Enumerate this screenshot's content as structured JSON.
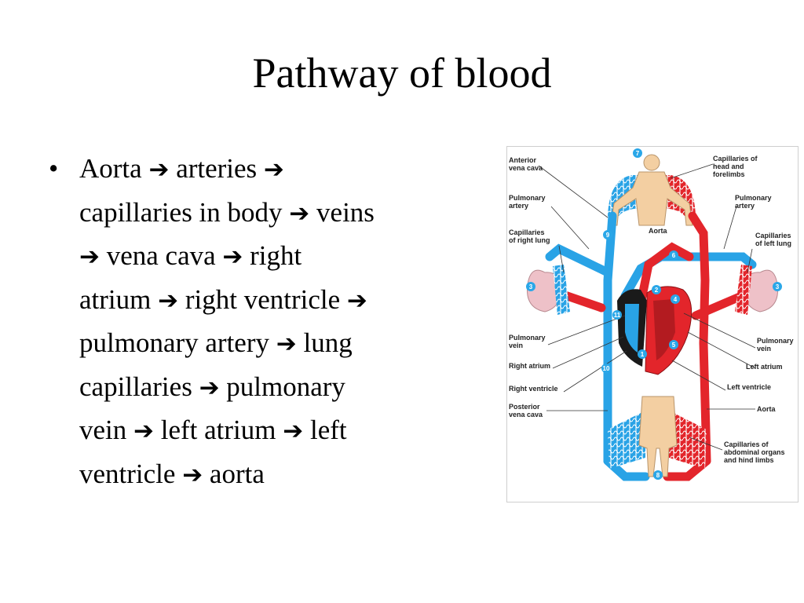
{
  "title": "Pathway of blood",
  "bullet": {
    "marker": "•",
    "arrow": "➔",
    "lines": [
      [
        "Aorta ",
        "➔",
        " arteries ",
        "➔"
      ],
      [
        "capillaries in body ",
        "➔",
        " veins"
      ],
      [
        "➔",
        " vena cava ",
        "➔",
        " right"
      ],
      [
        "atrium ",
        "➔",
        " right ventricle ",
        "➔"
      ],
      [
        "pulmonary artery ",
        "➔",
        " lung"
      ],
      [
        "capillaries ",
        "➔",
        " pulmonary"
      ],
      [
        "vein ",
        "➔",
        " left atrium ",
        "➔",
        " left"
      ],
      [
        "ventricle ",
        "➔",
        " aorta"
      ]
    ]
  },
  "diagram": {
    "colors": {
      "oxygen_poor": "#29a3e6",
      "oxygen_rich": "#e3252b",
      "heart_dark": "#1a1a1a",
      "skin": "#f3cfa2",
      "lung": "#eec1c8",
      "badge": "#2aa7e8"
    },
    "labels": {
      "anterior_vena_cava": [
        "Anterior",
        "vena cava"
      ],
      "capillaries_head": [
        "Capillaries of",
        "head and",
        "forelimbs"
      ],
      "pulmonary_artery_left": [
        "Pulmonary",
        "artery"
      ],
      "pulmonary_artery_right": [
        "Pulmonary",
        "artery"
      ],
      "aorta_top": [
        "Aorta"
      ],
      "capillaries_right_lung": [
        "Capillaries",
        "of right lung"
      ],
      "capillaries_left_lung": [
        "Capillaries",
        "of left lung"
      ],
      "pulmonary_vein_left": [
        "Pulmonary",
        "vein"
      ],
      "pulmonary_vein_right": [
        "Pulmonary",
        "vein"
      ],
      "right_atrium": [
        "Right atrium"
      ],
      "left_atrium": [
        "Left atrium"
      ],
      "right_ventricle": [
        "Right ventricle"
      ],
      "left_ventricle": [
        "Left ventricle"
      ],
      "posterior_vena_cava": [
        "Posterior",
        "vena cava"
      ],
      "aorta_bottom": [
        "Aorta"
      ],
      "capillaries_abdominal": [
        "Capillaries of",
        "abdominal organs",
        "and hind limbs"
      ]
    },
    "badges": [
      "7",
      "9",
      "6",
      "3",
      "3",
      "2",
      "4",
      "11",
      "1",
      "5",
      "10",
      "8"
    ]
  }
}
